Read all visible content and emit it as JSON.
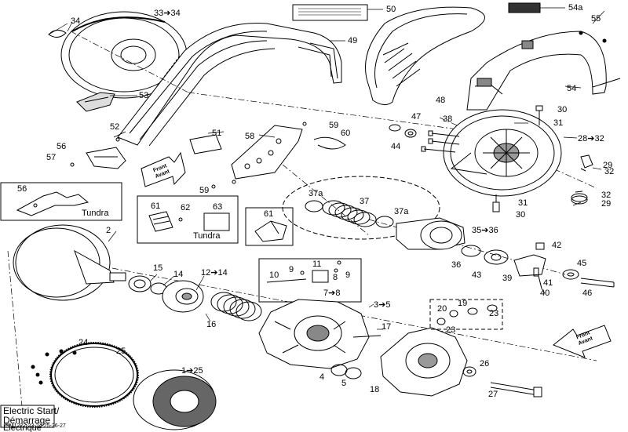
{
  "callouts": [
    {
      "id": "c34",
      "text": "34"
    },
    {
      "id": "c33",
      "text": "33➔34"
    },
    {
      "id": "c50",
      "text": "50"
    },
    {
      "id": "c54a",
      "text": "54a"
    },
    {
      "id": "c55",
      "text": "55"
    },
    {
      "id": "c49",
      "text": "49"
    },
    {
      "id": "c53",
      "text": "53"
    },
    {
      "id": "c54",
      "text": "54"
    },
    {
      "id": "c48",
      "text": "48"
    },
    {
      "id": "c30a",
      "text": "30"
    },
    {
      "id": "c52",
      "text": "52"
    },
    {
      "id": "c51",
      "text": "51"
    },
    {
      "id": "c59a",
      "text": "59"
    },
    {
      "id": "c58",
      "text": "58"
    },
    {
      "id": "c60",
      "text": "60"
    },
    {
      "id": "c47",
      "text": "47"
    },
    {
      "id": "c38",
      "text": "38"
    },
    {
      "id": "c31a",
      "text": "31"
    },
    {
      "id": "c56",
      "text": "56"
    },
    {
      "id": "c57",
      "text": "57"
    },
    {
      "id": "c44",
      "text": "44"
    },
    {
      "id": "c37b",
      "text": "37"
    },
    {
      "id": "c28",
      "text": "28➔32"
    },
    {
      "id": "c29a",
      "text": "29"
    },
    {
      "id": "c32a",
      "text": "32"
    },
    {
      "id": "c59b",
      "text": "59"
    },
    {
      "id": "c37a",
      "text": "37a"
    },
    {
      "id": "c37a2",
      "text": "37a"
    },
    {
      "id": "c32b",
      "text": "32"
    },
    {
      "id": "c31b",
      "text": "31"
    },
    {
      "id": "c29b",
      "text": "29"
    },
    {
      "id": "c30b",
      "text": "30"
    },
    {
      "id": "c2",
      "text": "2"
    },
    {
      "id": "c35",
      "text": "35➔36"
    },
    {
      "id": "c42",
      "text": "42"
    },
    {
      "id": "c36",
      "text": "36"
    },
    {
      "id": "c43",
      "text": "43"
    },
    {
      "id": "c45",
      "text": "45"
    },
    {
      "id": "c39",
      "text": "39"
    },
    {
      "id": "c41",
      "text": "41"
    },
    {
      "id": "c40",
      "text": "40"
    },
    {
      "id": "c46",
      "text": "46"
    },
    {
      "id": "c15",
      "text": "15"
    },
    {
      "id": "c14",
      "text": "14"
    },
    {
      "id": "c12",
      "text": "12➔14"
    },
    {
      "id": "c11",
      "text": "11"
    },
    {
      "id": "c9a",
      "text": "9"
    },
    {
      "id": "c10",
      "text": "10"
    },
    {
      "id": "c8",
      "text": "8"
    },
    {
      "id": "c9b",
      "text": "9"
    },
    {
      "id": "c7",
      "text": "7➔8"
    },
    {
      "id": "c16",
      "text": "16"
    },
    {
      "id": "c3",
      "text": "3➔5"
    },
    {
      "id": "c19",
      "text": "19"
    },
    {
      "id": "c20",
      "text": "20"
    },
    {
      "id": "c23a",
      "text": "23"
    },
    {
      "id": "c23b",
      "text": "23"
    },
    {
      "id": "c17",
      "text": "17"
    },
    {
      "id": "c24",
      "text": "24"
    },
    {
      "id": "c25",
      "text": "25"
    },
    {
      "id": "c26",
      "text": "26"
    },
    {
      "id": "c4",
      "text": "4"
    },
    {
      "id": "c5",
      "text": "5"
    },
    {
      "id": "c18",
      "text": "18"
    },
    {
      "id": "c1",
      "text": "1➔25"
    },
    {
      "id": "c27",
      "text": "27"
    },
    {
      "id": "c56b",
      "text": "56"
    },
    {
      "id": "c61a",
      "text": "61"
    },
    {
      "id": "c62",
      "text": "62"
    },
    {
      "id": "c63",
      "text": "63"
    },
    {
      "id": "c61b",
      "text": "61"
    }
  ],
  "boxes": {
    "tundra_left": "Tundra",
    "tundra_middle": "Tundra"
  },
  "electric_start": {
    "line1": "Electric Start/",
    "line2": "Démarrage",
    "line3": "Électrique"
  },
  "front_arrow": {
    "line1": "Front",
    "line2": "Avant"
  },
  "drawing_code": "19M1222-23-24-25-26-27"
}
